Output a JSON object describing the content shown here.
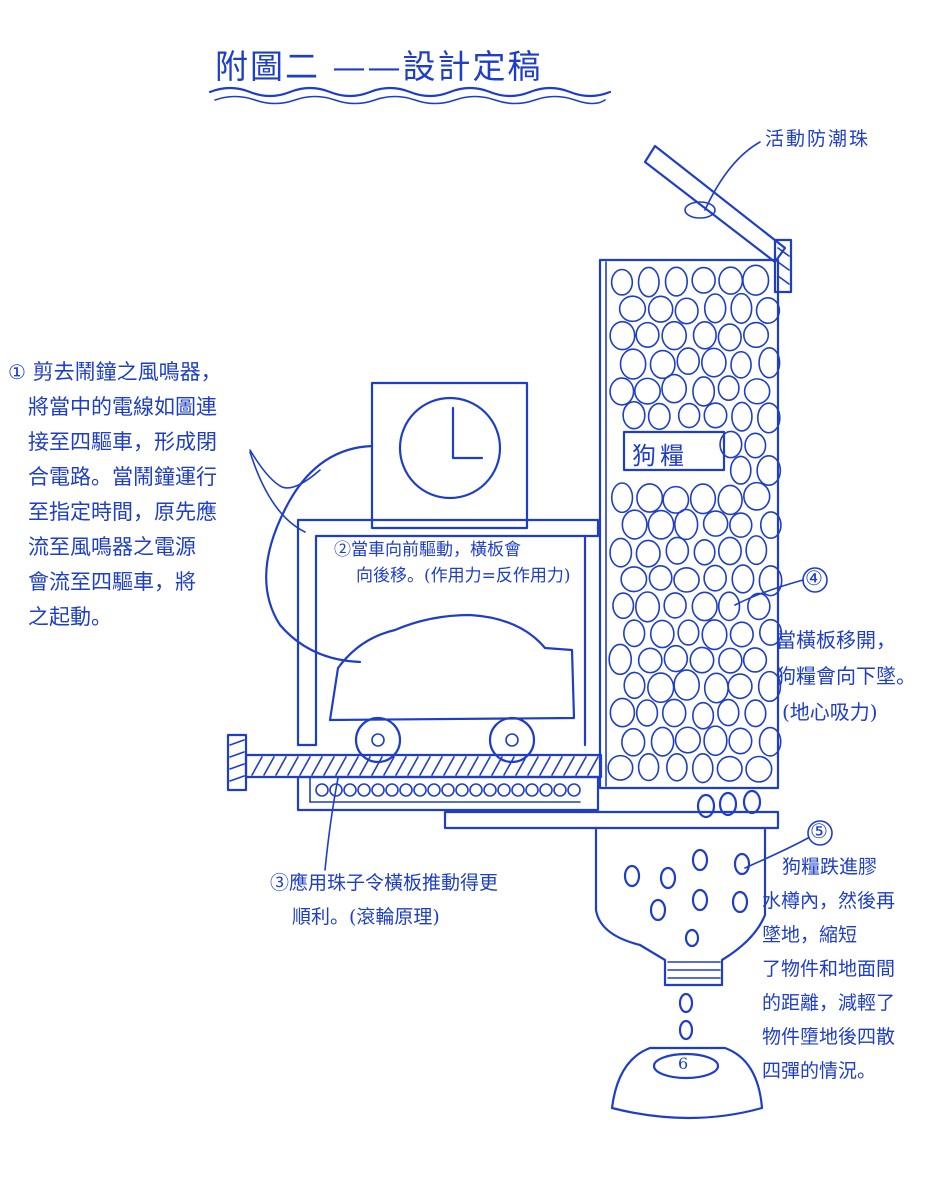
{
  "title": "附圖二 ——設計定稿",
  "labels": {
    "moisture_bead": "活動防潮珠",
    "dog_food": "狗糧",
    "bowl_number": "6"
  },
  "notes": {
    "note1": {
      "number": "①",
      "lines": [
        "剪去鬧鐘之風鳴器，",
        "將當中的電線如圖連",
        "接至四驅車，形成閉",
        "合電路。當鬧鐘運行",
        "至指定時間，原先應",
        "流至風鳴器之電源",
        "會流至四驅車，將",
        "之起動。"
      ]
    },
    "note2": {
      "lines": [
        "②當車向前驅動，橫板會",
        "向後移。(作用力=反作用力)"
      ]
    },
    "note3": {
      "lines": [
        "③應用珠子令橫板推動得更",
        "順利。(滾輪原理)"
      ]
    },
    "note4": {
      "number": "④",
      "lines": [
        "當橫板移開，",
        "狗糧會向下墜。",
        "(地心吸力)"
      ]
    },
    "note5": {
      "number": "⑤",
      "lines": [
        "狗糧跌進膠",
        "水樽內，然後再",
        "墜地，縮短",
        "了物件和地面間",
        "的距離，減輕了",
        "物件墮地後四散",
        "四彈的情況。"
      ]
    }
  },
  "colors": {
    "ink": "#1e3ec8",
    "paper": "#ffffff"
  }
}
